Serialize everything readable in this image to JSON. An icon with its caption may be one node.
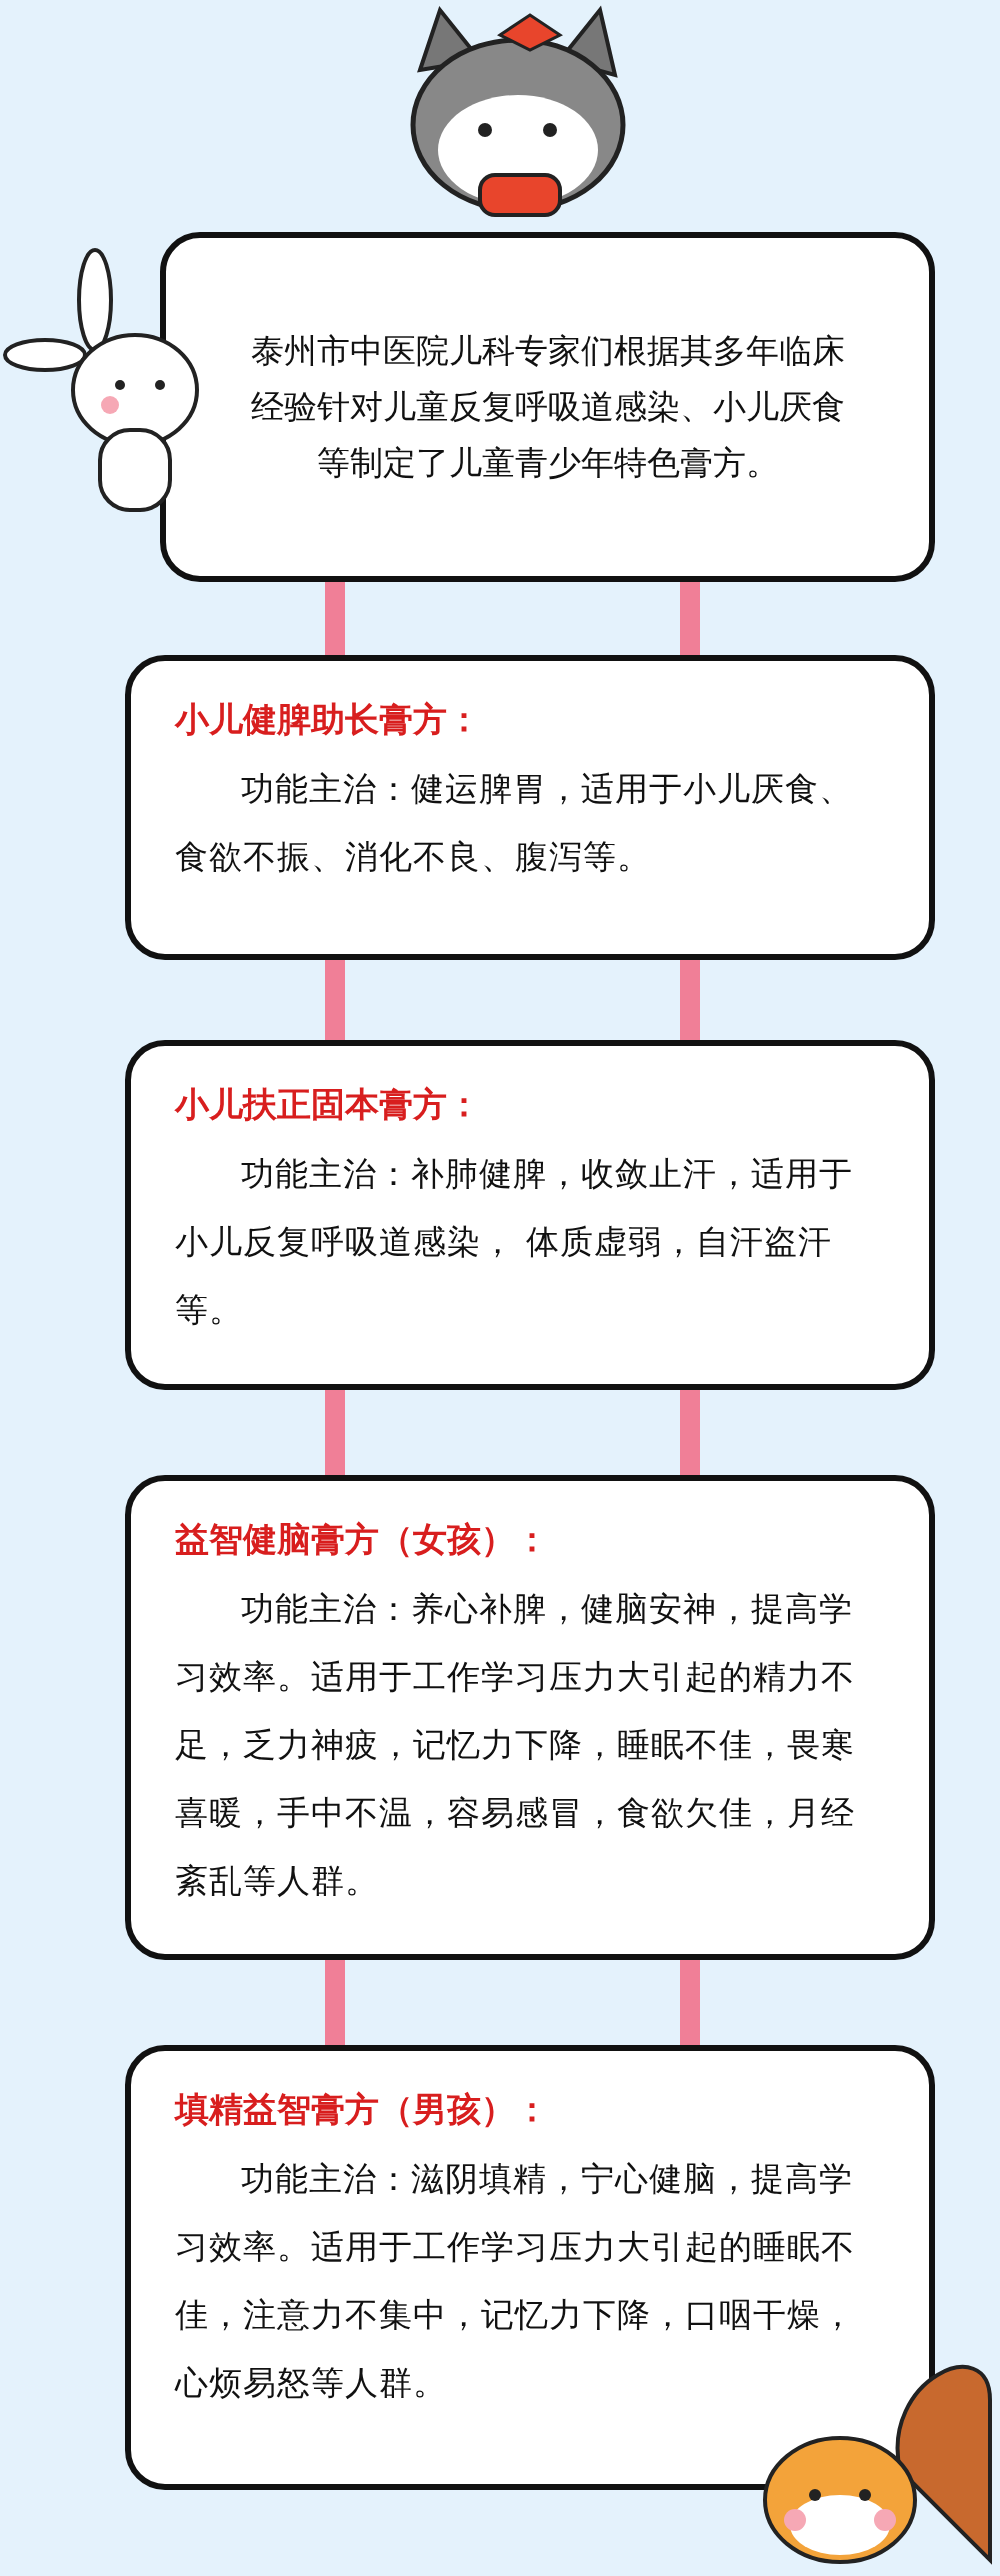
{
  "diagram": {
    "nodes": [
      {
        "text": [
          "泰州市中医院儿科专家们根据其多年临床经验针对儿童反复呼吸道感染、小儿厌食等制定了儿童青少年特色膏方。"
        ]
      },
      {
        "text": [
          "小儿健脾助长膏方：",
          "功能主治：健运脾胃，适用于小儿厌食、食欲不振、消化不良、腹泻等。"
        ]
      },
      {
        "text": [
          "小儿扶正固本膏方：",
          "功能主治：补肺健脾，收敛止汗，适用于小儿反复呼吸道感染， 体质虚弱，自汗盗汗等。"
        ]
      },
      {
        "text": [
          "益智健脑膏方（女孩）：",
          "功能主治：养心补脾，健脑安神，提高学习效率。适用于工作学习压力大引起的精力不足，乏力神疲，记忆力下降，睡眠不佳，畏寒喜暖，手中不温，容易感冒，食欲欠佳，月经紊乱等人群。"
        ]
      },
      {
        "text": [
          "填精益智膏方（男孩）：",
          "功能主治：滋阴填精，宁心健脑，提高学习效率。适用于工作学习压力大引起的睡眠不佳，注意力不集中，记忆力下降，口咽干燥，心烦易怒等人群。"
        ]
      }
    ],
    "edges": [
      {
        "from": 0,
        "to": 1,
        "arrow": "none"
      },
      {
        "from": 0,
        "to": 1,
        "arrow": "none"
      },
      {
        "from": 1,
        "to": 2,
        "arrow": "none"
      },
      {
        "from": 1,
        "to": 2,
        "arrow": "none"
      },
      {
        "from": 2,
        "to": 3,
        "arrow": "none"
      },
      {
        "from": 2,
        "to": 3,
        "arrow": "none"
      },
      {
        "from": 3,
        "to": 4,
        "arrow": "none"
      },
      {
        "from": 3,
        "to": 4,
        "arrow": "none"
      }
    ]
  }
}
